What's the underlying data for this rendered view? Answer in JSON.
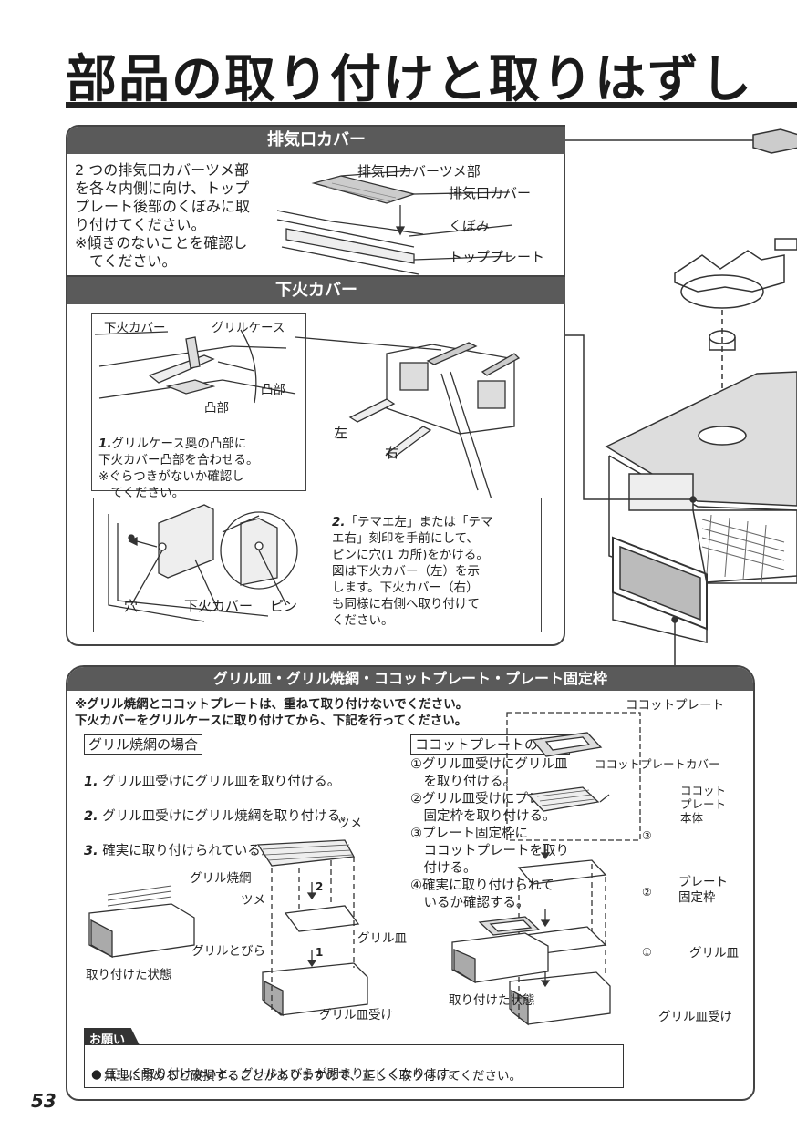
{
  "page_title": "部品の取り付けと取りはずし",
  "page_number": "53",
  "exhaust_cover": {
    "heading": "排気口カバー",
    "instructions": "2 つの排気口カバーツメ部\nを各々内側に向け、トップ\nプレート後部のくぼみに取\nり付けてください。\n※傾きのないことを確認し\n　てください。",
    "labels": {
      "claw": "排気口カバーツメ部",
      "cover": "排気口カバー",
      "recess": "くぼみ",
      "top_plate": "トッププレート"
    }
  },
  "lower_cover": {
    "heading": "下火カバー",
    "step1": {
      "labels": {
        "lower_cover": "下火カバー",
        "grill_case": "グリルケース",
        "convex1": "凸部",
        "convex2": "凸部"
      },
      "number": "1.",
      "text": "グリルケース奥の凸部に\n下火カバー凸部を合わせる。\n※ぐらつきがないか確認し\n　てください。"
    },
    "left_label": "左",
    "right_label": "右",
    "step2": {
      "number": "2.",
      "text": "「テマエ左」または「テマ\nエ右」刻印を手前にして、\nピンに穴(1 カ所)をかける。\n図は下火カバー（左）を示\nします。下火カバー（右）\nも同様に右側へ取り付けて\nください。",
      "labels": {
        "hole": "穴",
        "lower_cover": "下火カバー",
        "pin": "ピン"
      }
    }
  },
  "grill_section": {
    "heading": "グリル皿・グリル焼網・ココットプレート・プレート固定枠",
    "note1": "※グリル焼網とココットプレートは、重ねて取り付けないでください。",
    "note2": "下火カバーをグリルケースに取り付けてから、下記を行ってください。",
    "grill_net_case": {
      "title": "グリル焼網の場合",
      "steps": [
        {
          "num": "1.",
          "text": "グリル皿受けにグリル皿を取り付ける。"
        },
        {
          "num": "2.",
          "text": "グリル皿受けにグリル焼網を取り付ける。"
        },
        {
          "num": "3.",
          "text": "確実に取り付けられているか確認する。"
        }
      ],
      "labels": {
        "claw_top": "ツメ",
        "grill_net": "グリル焼網",
        "claw": "ツメ",
        "step2": "2",
        "step1": "1",
        "grill_plate": "グリル皿",
        "grill_door": "グリルとびら",
        "plate_receiver": "グリル皿受け",
        "installed": "取り付けた状態"
      }
    },
    "cocotte_case": {
      "title": "ココットプレートの場合",
      "steps": "①グリル皿受けにグリル皿\n　を取り付ける。\n②グリル皿受けにプレート\n　固定枠を取り付ける。\n③プレート固定枠に\n　ココットプレートを取り\n　付ける。\n④確実に取り付けられて\n　いるか確認する。",
      "labels": {
        "cocotte_plate": "ココットプレート",
        "cocotte_cover": "ココットプレートカバー",
        "cocotte_body": "ココット\nプレート\n本体",
        "circle3": "③",
        "plate_frame": "プレート\n固定枠",
        "circle2": "②",
        "grill_plate": "グリル皿",
        "circle1": "①",
        "plate_receiver": "グリル皿受け",
        "installed": "取り付けた状態"
      }
    },
    "request": {
      "tag": "お願い",
      "line1": "正しく取り付けないと、グリルとびらが閉まりにくくなります。",
      "line2": "無理に閉めると破損することがありますので、正しく取り付けてください。"
    }
  }
}
